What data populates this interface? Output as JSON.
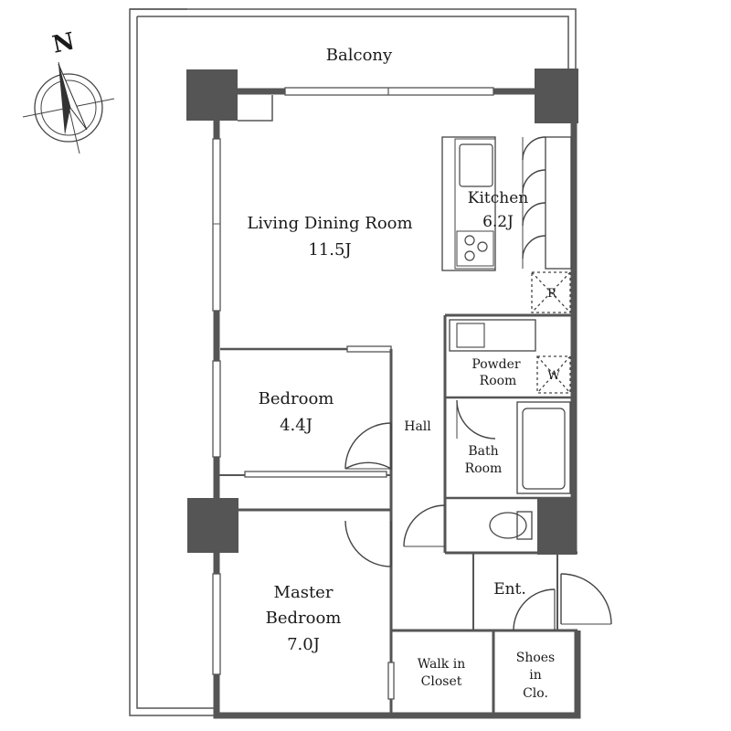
{
  "compass": {
    "label": "N"
  },
  "rooms": {
    "balcony": "Balcony",
    "living": {
      "name": "Living Dining Room",
      "size": "11.5J"
    },
    "kitchen": {
      "name": "Kitchen",
      "size": "6.2J"
    },
    "refrigerator": "R",
    "powder": {
      "line1": "Powder",
      "line2": "Room"
    },
    "washer": "W",
    "bedroom": {
      "name": "Bedroom",
      "size": "4.4J"
    },
    "hall": "Hall",
    "bath": {
      "line1": "Bath",
      "line2": "Room"
    },
    "master": {
      "line1": "Master",
      "line2": "Bedroom",
      "size": "7.0J"
    },
    "entrance": "Ent.",
    "walkin": {
      "line1": "Walk in",
      "line2": "Closet"
    },
    "shoes": {
      "line1": "Shoes",
      "line2": "in",
      "line3": "Clo."
    }
  }
}
